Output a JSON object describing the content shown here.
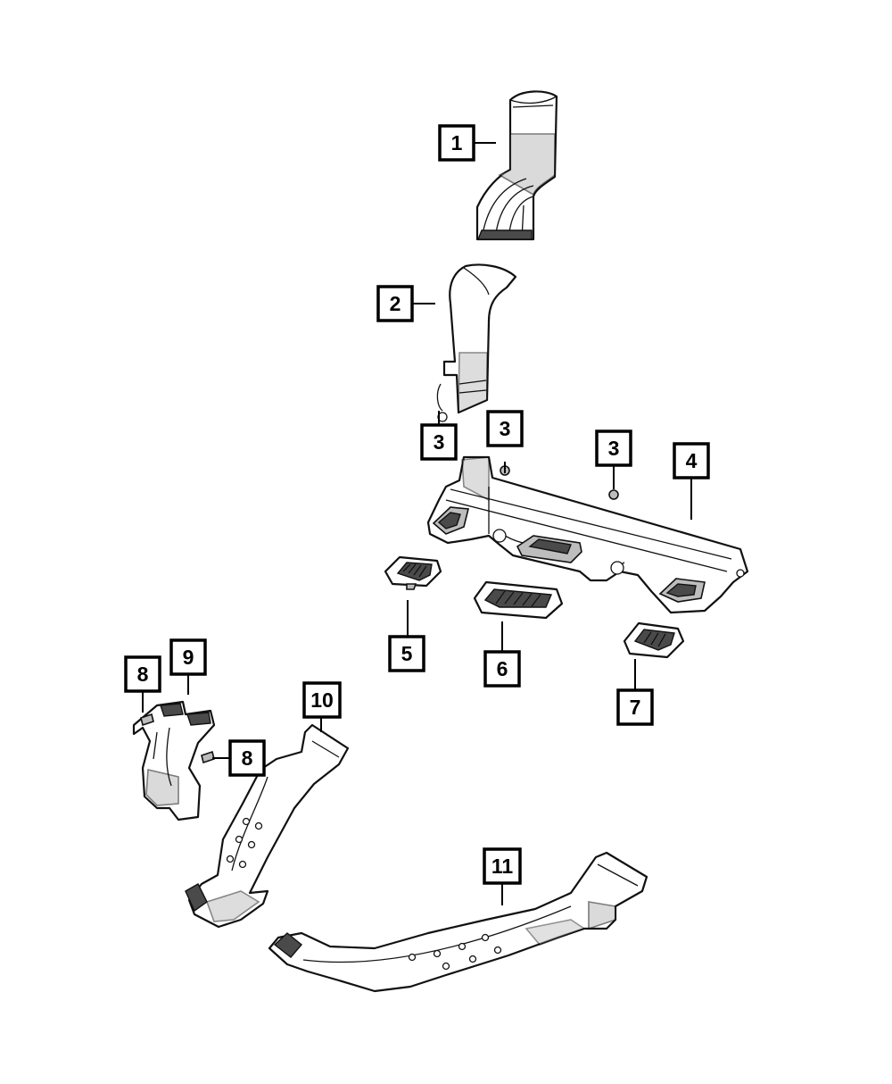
{
  "callouts": [
    {
      "id": "c1",
      "label": "1"
    },
    {
      "id": "c2",
      "label": "2"
    },
    {
      "id": "c3a",
      "label": "3"
    },
    {
      "id": "c3b",
      "label": "3"
    },
    {
      "id": "c3c",
      "label": "3"
    },
    {
      "id": "c4",
      "label": "4"
    },
    {
      "id": "c5",
      "label": "5"
    },
    {
      "id": "c6",
      "label": "6"
    },
    {
      "id": "c7",
      "label": "7"
    },
    {
      "id": "c8a",
      "label": "8"
    },
    {
      "id": "c8b",
      "label": "8"
    },
    {
      "id": "c9",
      "label": "9"
    },
    {
      "id": "c10",
      "label": "10"
    },
    {
      "id": "c11",
      "label": "11"
    }
  ]
}
